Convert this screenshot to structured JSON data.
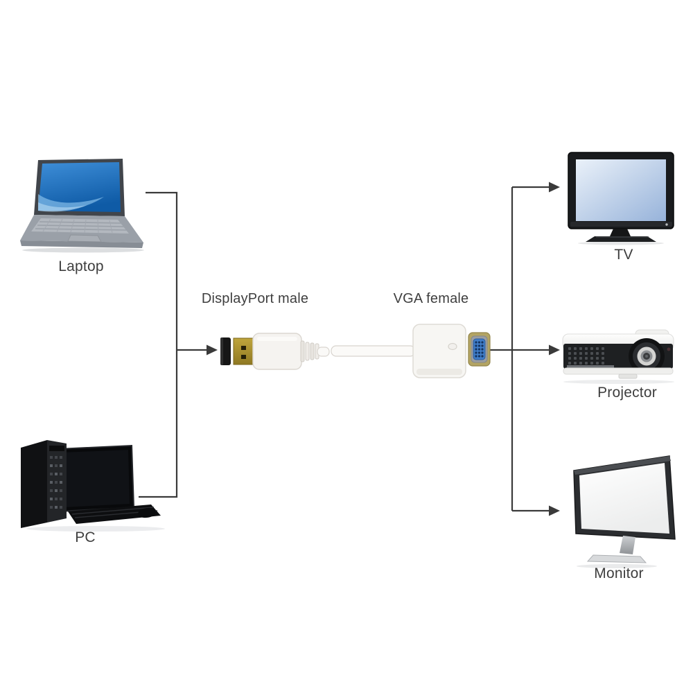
{
  "diagram": {
    "description": "DisplayPort male to VGA female adapter connection diagram",
    "adapter": {
      "left_connector_label": "DisplayPort male",
      "right_connector_label": "VGA female"
    },
    "sources": [
      {
        "id": "laptop",
        "label": "Laptop"
      },
      {
        "id": "pc",
        "label": "PC"
      }
    ],
    "outputs": [
      {
        "id": "tv",
        "label": "TV"
      },
      {
        "id": "projector",
        "label": "Projector"
      },
      {
        "id": "monitor",
        "label": "Monitor"
      }
    ]
  },
  "colors": {
    "line": "#3a3a3a",
    "label_text": "#3e3e3e",
    "laptop_screen_top": "#3e8ed8",
    "laptop_screen_bottom": "#0f5ba6",
    "tv_screen_top": "#eaf1f9",
    "tv_screen_bottom": "#97b3da",
    "monitor_screen_top": "#ffffff",
    "monitor_screen_bottom": "#eceded",
    "vga_blue": "#3f7cc7",
    "gold_top": "#bfa53d",
    "gold_bottom": "#8f7822",
    "adapter_white": "#f7f6f3"
  }
}
